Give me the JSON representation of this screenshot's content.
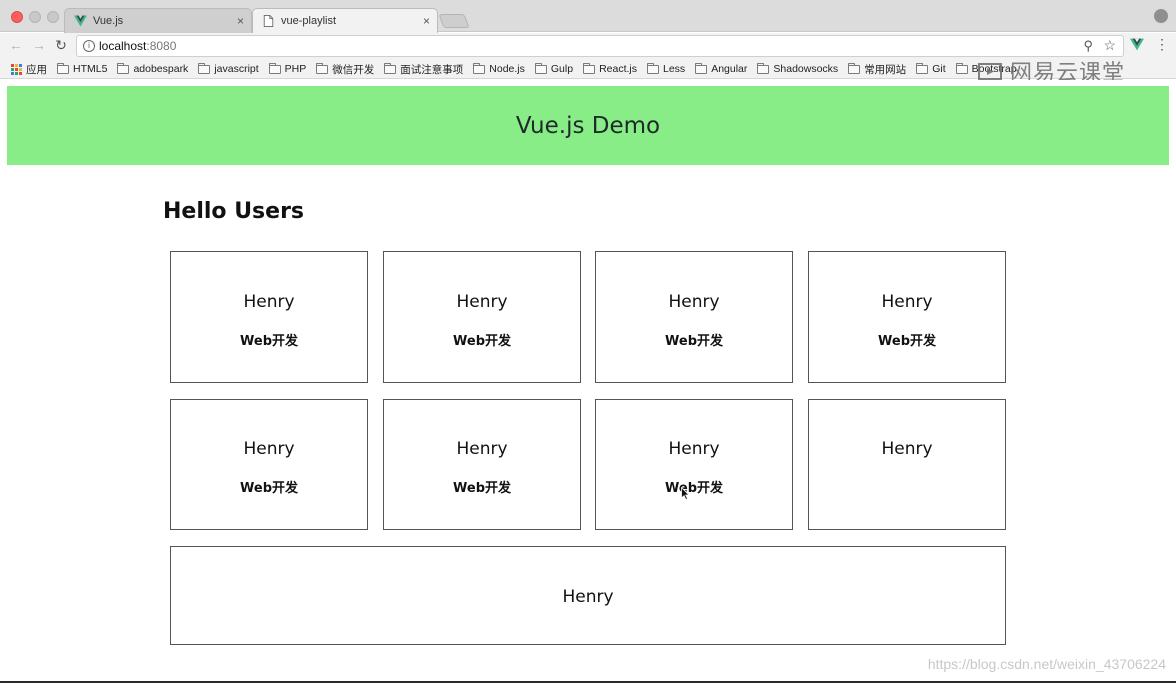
{
  "browser": {
    "tabs": [
      {
        "title": "Vue.js",
        "active": false,
        "icon": "vue-logo-icon"
      },
      {
        "title": "vue-playlist",
        "active": true,
        "icon": "page-icon"
      }
    ],
    "tab_close_glyph": "×",
    "address": {
      "host": "localhost",
      "port": ":8080"
    },
    "bookmarks": [
      {
        "label": "应用",
        "icon": "apps-icon"
      },
      {
        "label": "HTML5",
        "icon": "folder-icon"
      },
      {
        "label": "adobespark",
        "icon": "folder-icon"
      },
      {
        "label": "javascript",
        "icon": "folder-icon"
      },
      {
        "label": "PHP",
        "icon": "folder-icon"
      },
      {
        "label": "微信开发",
        "icon": "folder-icon"
      },
      {
        "label": "面试注意事项",
        "icon": "folder-icon"
      },
      {
        "label": "Node.js",
        "icon": "folder-icon"
      },
      {
        "label": "Gulp",
        "icon": "folder-icon"
      },
      {
        "label": "React.js",
        "icon": "folder-icon"
      },
      {
        "label": "Less",
        "icon": "folder-icon"
      },
      {
        "label": "Angular",
        "icon": "folder-icon"
      },
      {
        "label": "Shadowsocks",
        "icon": "folder-icon"
      },
      {
        "label": "常用网站",
        "icon": "folder-icon"
      },
      {
        "label": "Git",
        "icon": "folder-icon"
      },
      {
        "label": "Bootstrap",
        "icon": "folder-icon"
      }
    ]
  },
  "watermark": {
    "brand": "网易云课堂",
    "blog_url": "https://blog.csdn.net/weixin_43706224"
  },
  "page": {
    "header_title": "Vue.js Demo",
    "section_title": "Hello Users",
    "users": [
      {
        "name": "Henry",
        "role": "Web开发"
      },
      {
        "name": "Henry",
        "role": "Web开发"
      },
      {
        "name": "Henry",
        "role": "Web开发"
      },
      {
        "name": "Henry",
        "role": "Web开发"
      },
      {
        "name": "Henry",
        "role": "Web开发"
      },
      {
        "name": "Henry",
        "role": "Web开发"
      },
      {
        "name": "Henry",
        "role": "Web开发"
      },
      {
        "name": "Henry",
        "role": ""
      },
      {
        "name": "Henry",
        "role": ""
      }
    ]
  },
  "colors": {
    "header_bg": "#88ec87",
    "vue_green": "#41b883",
    "vue_dark": "#34495e"
  }
}
